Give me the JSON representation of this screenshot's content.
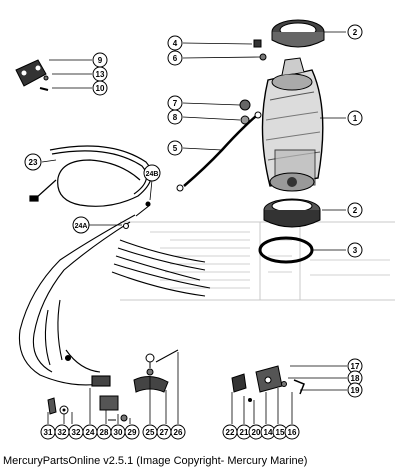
{
  "callouts": {
    "c1": "1",
    "c2a": "2",
    "c2b": "2",
    "c3": "3",
    "c4": "4",
    "c5": "5",
    "c6": "6",
    "c7": "7",
    "c8": "8",
    "c9": "9",
    "c10": "10",
    "c13": "13",
    "c23": "23",
    "c24a": "24B",
    "c24b": "24A",
    "c17": "17",
    "c18": "18",
    "c19": "19",
    "b31": "31",
    "b32": "32",
    "b33": "32",
    "b24": "24",
    "b28": "28",
    "b30": "30",
    "b29": "29",
    "b25": "25",
    "b27": "27",
    "b26": "26",
    "b22": "22",
    "b21": "21",
    "b20": "20",
    "b14": "14",
    "b15": "15",
    "b16": "16"
  },
  "caption": "MercuryPartsOnline v2.5.1 (Image Copyright- Mercury Marine)",
  "colors": {
    "ink": "#000000",
    "ghost": "#b8b8b8",
    "bg": "#ffffff"
  }
}
